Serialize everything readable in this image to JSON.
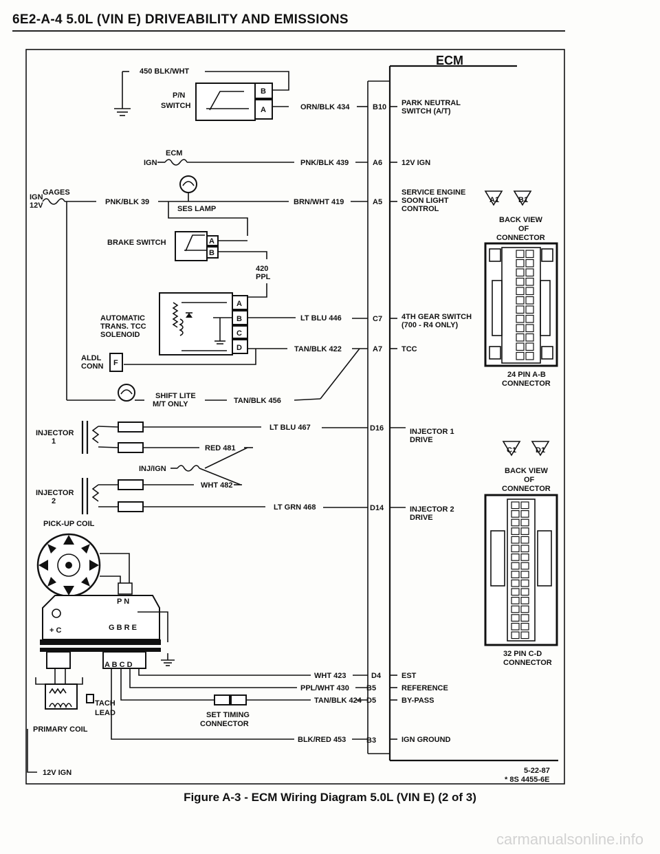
{
  "header": {
    "title": "6E2-A-4 5.0L (VIN E) DRIVEABILITY AND EMISSIONS"
  },
  "ecm": {
    "title": "ECM",
    "pins": [
      {
        "pin": "B10",
        "function": "PARK NEUTRAL",
        "function2": "SWITCH (A/T)"
      },
      {
        "pin": "A6",
        "function": "12V IGN"
      },
      {
        "pin": "A5",
        "function": "SERVICE ENGINE",
        "function2": "SOON LIGHT",
        "function3": "CONTROL"
      },
      {
        "pin": "C7",
        "function": "4TH GEAR SWITCH",
        "function2": "(700 - R4 ONLY)"
      },
      {
        "pin": "A7",
        "function": "TCC"
      },
      {
        "pin": "D16",
        "function": "INJECTOR 1",
        "function2": "DRIVE"
      },
      {
        "pin": "D14",
        "function": "INJECTOR 2",
        "function2": "DRIVE"
      },
      {
        "pin": "D4",
        "function": "EST"
      },
      {
        "pin": "B5",
        "function": "REFERENCE"
      },
      {
        "pin": "D5",
        "function": "BY-PASS"
      },
      {
        "pin": "B3",
        "function": "IGN GROUND"
      }
    ]
  },
  "wires": {
    "blk_wht_450": "450 BLK/WHT",
    "orn_blk_434": "ORN/BLK 434",
    "pnk_blk_439": "PNK/BLK 439",
    "pnk_blk_39": "PNK/BLK 39",
    "brn_wht_419": "BRN/WHT 419",
    "ppl_420_num": "420",
    "ppl_420_color": "PPL",
    "lt_blu_446": "LT BLU 446",
    "tan_blk_422": "TAN/BLK 422",
    "tan_blk_456": "TAN/BLK 456",
    "lt_blu_467": "LT BLU 467",
    "red_481": "RED 481",
    "wht_482": "WHT 482",
    "lt_grn_468": "LT GRN 468",
    "wht_423": "WHT 423",
    "ppl_wht_430": "PPL/WHT 430",
    "tan_blk_424": "TAN/BLK 424",
    "blk_red_453": "BLK/RED 453"
  },
  "components": {
    "pn_switch_1": "P/N",
    "pn_switch_2": "SWITCH",
    "pn_terminal_b": "B",
    "pn_terminal_a": "A",
    "ign": "IGN",
    "ecm_fuse": "ECM",
    "gages_1": "IGN",
    "gages_2": "12V",
    "gages_fuse": "GAGES",
    "ses_lamp": "SES LAMP",
    "brake_switch": "BRAKE SWITCH",
    "brake_a": "A",
    "brake_b": "B",
    "tcc_1": "AUTOMATIC",
    "tcc_2": "TRANS. TCC",
    "tcc_3": "SOLENOID",
    "tcc_a": "A",
    "tcc_b": "B",
    "tcc_c": "C",
    "tcc_d": "D",
    "aldl_1": "ALDL",
    "aldl_2": "CONN",
    "aldl_f": "F",
    "shift_1": "SHIFT LITE",
    "shift_2": "M/T ONLY",
    "inj1_1": "INJECTOR",
    "inj1_2": "1",
    "inj2_1": "INJECTOR",
    "inj2_2": "2",
    "inj_ign": "INJ/IGN",
    "pickup": "PICK-UP COIL",
    "pn_label": "P N",
    "plus_c": "+ C",
    "gbre": "G B R E",
    "abcd": "A B C D",
    "tach_1": "TACH",
    "tach_2": "LEAD",
    "primary": "PRIMARY COIL",
    "set_timing_1": "SET TIMING",
    "set_timing_2": "CONNECTOR",
    "ign_12v": "12V IGN"
  },
  "connectors": {
    "ab_a1": "A1",
    "ab_b1": "B1",
    "ab_view_1": "BACK VIEW",
    "ab_view_2": "OF",
    "ab_view_3": "CONNECTOR",
    "ab_name_1": "24 PIN A-B",
    "ab_name_2": "CONNECTOR",
    "cd_c1": "C1",
    "cd_d1": "D1",
    "cd_view_1": "BACK VIEW",
    "cd_view_2": "OF",
    "cd_view_3": "CONNECTOR",
    "cd_name_1": "32 PIN C-D",
    "cd_name_2": "CONNECTOR"
  },
  "footer": {
    "date": "5-22-87",
    "code": "* 8S 4455-6E"
  },
  "caption": "Figure A-3 - ECM Wiring Diagram 5.0L (VIN E) (2 of 3)",
  "watermark": "carmanualsonline.info"
}
